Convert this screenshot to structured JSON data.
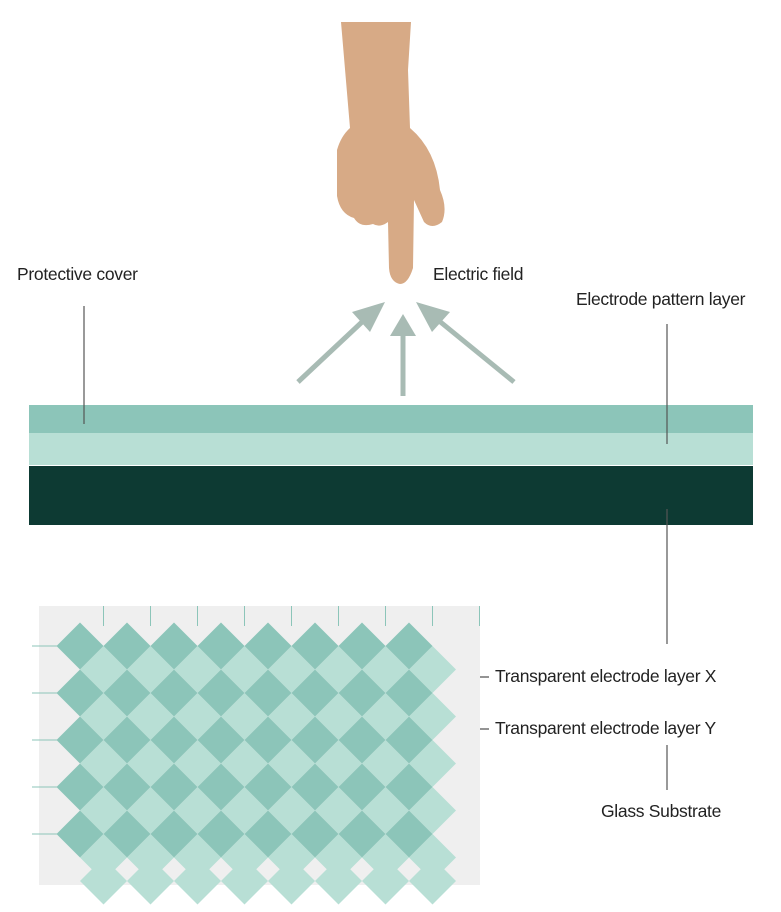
{
  "labels": {
    "protective_cover": "Protective cover",
    "electric_field": "Electric field",
    "electrode_pattern_layer": "Electrode pattern layer",
    "electrode_layer_x": "Transparent electrode layer X",
    "electrode_layer_y": "Transparent electrode layer Y",
    "glass_substrate": "Glass Substrate"
  },
  "colors": {
    "hand": "#d7aa86",
    "arrow": "#a8bbb4",
    "protective_cover": "#8cc5b9",
    "electrode_pattern": "#b8dfd5",
    "glass": "#0d3a33",
    "grid_bg": "#efefef",
    "diamond_x": "#8cc5b9",
    "diamond_y": "#b8dfd5",
    "leader_line": "#555555"
  },
  "icons": [
    "pointing-hand-icon"
  ]
}
